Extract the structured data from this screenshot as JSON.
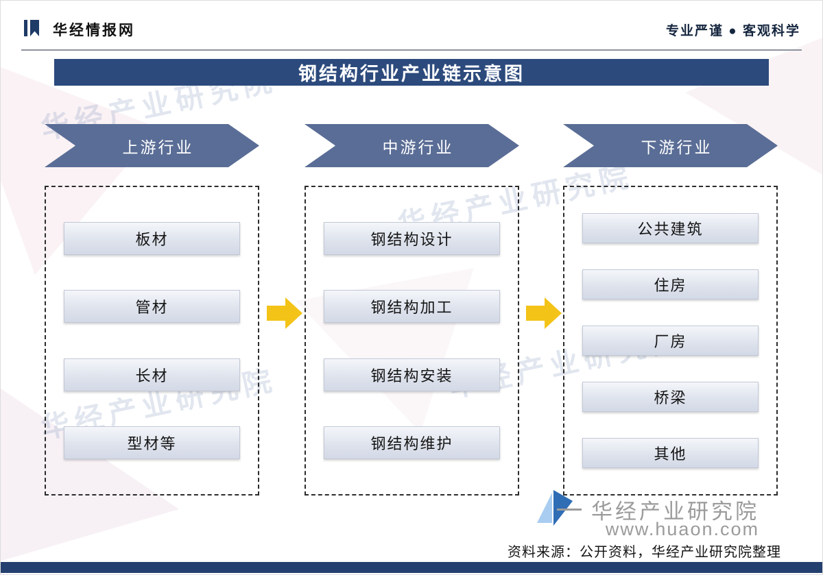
{
  "header": {
    "brand": "华经情报网",
    "slogan": "专业严谨 ● 客观科学"
  },
  "title": "钢结构行业产业链示意图",
  "columns": [
    {
      "label": "上游行业",
      "items": [
        "板材",
        "管材",
        "长材",
        "型材等"
      ]
    },
    {
      "label": "中游行业",
      "items": [
        "钢结构设计",
        "钢结构加工",
        "钢结构安装",
        "钢结构维护"
      ]
    },
    {
      "label": "下游行业",
      "items": [
        "公共建筑",
        "住房",
        "厂房",
        "桥梁",
        "其他"
      ]
    }
  ],
  "watermark": {
    "text": "华经产业研究院",
    "brand": "华经产业研究院",
    "url": "www.huaon.com"
  },
  "footer": {
    "source": "资料来源：公开资料，华经产业研究院整理"
  },
  "colors": {
    "title_bg": "#2c4a7c",
    "banner_bg": "#5a6d96",
    "flow_arrow": "#f3c318",
    "bottom_bar": "#24406e",
    "box_border": "#c2c8d6"
  }
}
